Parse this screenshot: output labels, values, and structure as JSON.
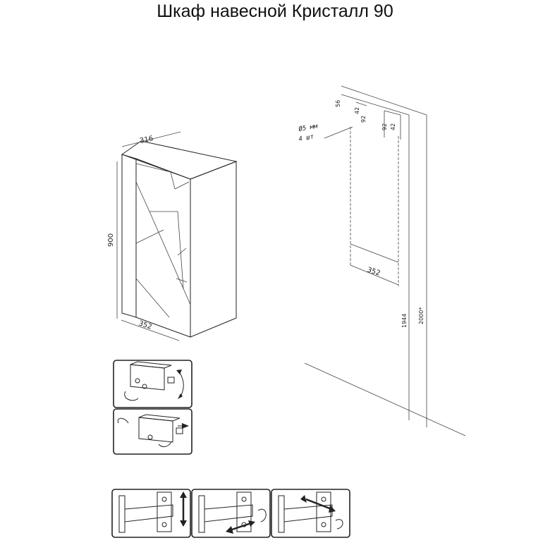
{
  "title": "Шкаф навесной Кристалл 90",
  "cabinet": {
    "width_label": "316",
    "height_label": "900",
    "depth_label": "352"
  },
  "mounting": {
    "hardware_line1": "Ø5 мм",
    "hardware_line2": "4 шт",
    "dims": [
      "56",
      "42",
      "92",
      "92",
      "42",
      "352",
      "1944",
      "2000*"
    ]
  },
  "icons": {
    "hanger_top": "hanger-adjust-vertical-icon",
    "hanger_bottom": "hanger-adjust-depth-icon",
    "hinge_1": "hinge-adjust-vertical-icon",
    "hinge_2": "hinge-adjust-horizontal-icon",
    "hinge_3": "hinge-adjust-depth-icon"
  }
}
